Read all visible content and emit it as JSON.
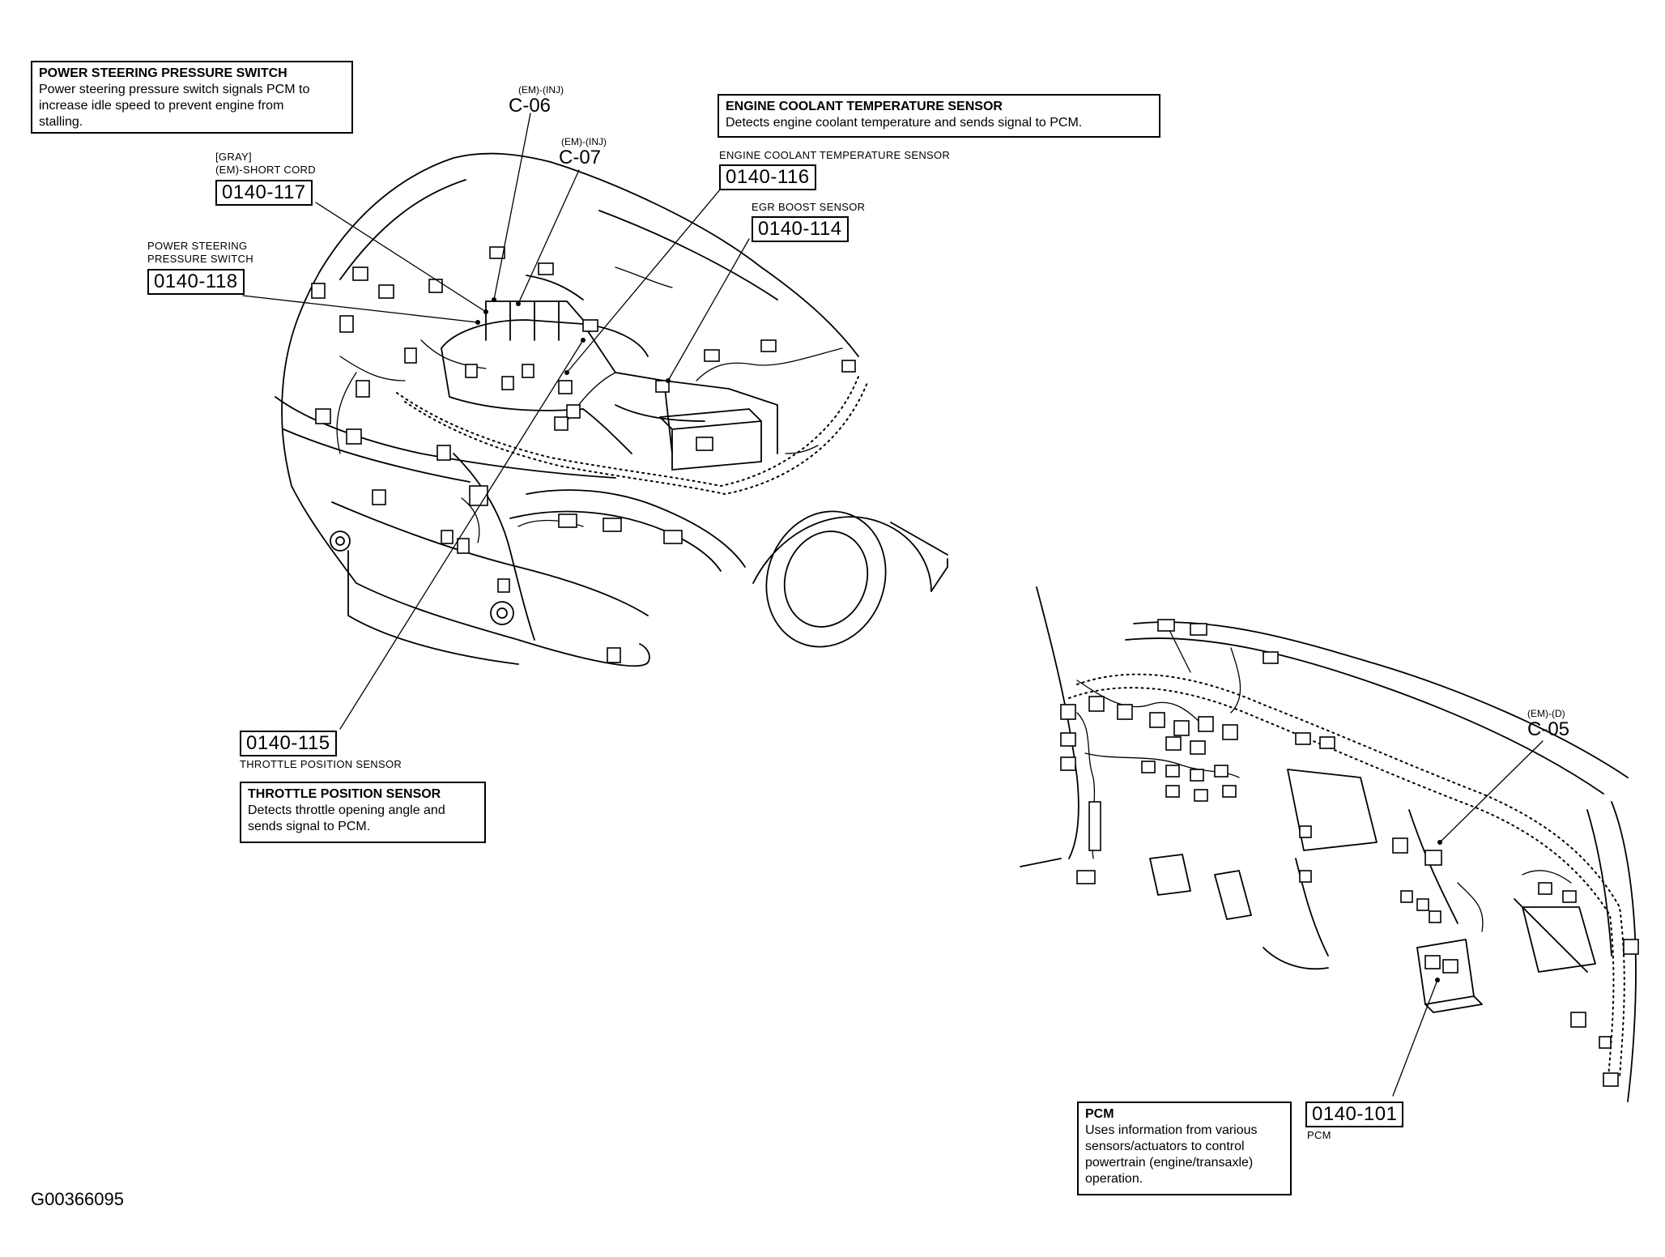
{
  "callouts": {
    "power_steering": {
      "title": "POWER STEERING PRESSURE SWITCH",
      "body": "Power steering pressure switch signals PCM to\nincrease idle speed to prevent engine from\nstalling."
    },
    "ect": {
      "title": "ENGINE COOLANT TEMPERATURE SENSOR",
      "body": "Detects engine coolant temperature and sends signal to PCM."
    },
    "tps": {
      "title": "THROTTLE POSITION SENSOR",
      "body": "Detects throttle opening angle and\nsends signal to PCM."
    },
    "pcm": {
      "title": "PCM",
      "body": "Uses information from various\nsensors/actuators to control\npowertrain (engine/transaxle)\noperation."
    }
  },
  "components": {
    "c117": {
      "code": "0140-117",
      "label": "[GRAY]\n(EM)-SHORT CORD"
    },
    "c118": {
      "code": "0140-118",
      "label": "POWER STEERING\nPRESSURE SWITCH"
    },
    "c116": {
      "code": "0140-116",
      "label": "ENGINE COOLANT TEMPERATURE SENSOR"
    },
    "c114": {
      "code": "0140-114",
      "label": "EGR BOOST SENSOR"
    },
    "c115": {
      "code": "0140-115",
      "label": "THROTTLE POSITION SENSOR"
    },
    "c101": {
      "code": "0140-101",
      "label": "PCM"
    }
  },
  "connectors": {
    "c06": {
      "tag": "(EM)-(INJ)",
      "id": "C-06"
    },
    "c07": {
      "tag": "(EM)-(INJ)",
      "id": "C-07"
    },
    "c05": {
      "tag": "(EM)-(D)",
      "id": "C-05"
    }
  },
  "figure_id": "G00366095"
}
